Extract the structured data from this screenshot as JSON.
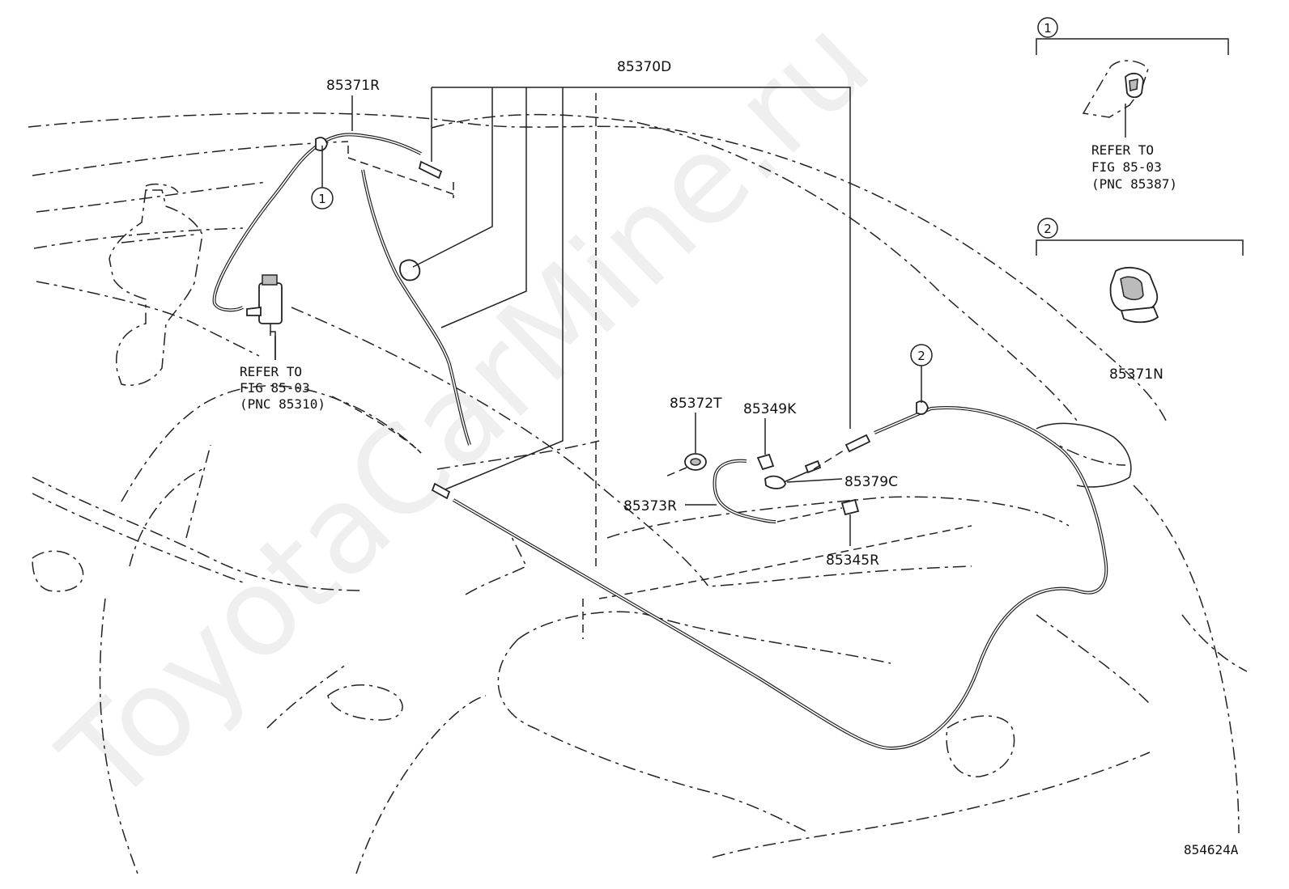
{
  "watermark": "ToyotaCarMine.ru",
  "figure_id": "854624A",
  "labels": {
    "p85371R": "85371R",
    "p85370D": "85370D",
    "p85372T": "85372T",
    "p85349K": "85349K",
    "p85379C": "85379C",
    "p85373R": "85373R",
    "p85345R": "85345R",
    "p85371N": "85371N"
  },
  "callouts": {
    "c1": "1",
    "c2": "2"
  },
  "references": {
    "pump": {
      "line1": "REFER TO",
      "line2": "FIG 85-03",
      "line3": "(PNC 85310)"
    },
    "nozzle": {
      "line1": "REFER TO",
      "line2": "FIG 85-03",
      "line3": "(PNC 85387)"
    }
  },
  "inset1": {
    "marker": "1"
  },
  "inset2": {
    "marker": "2"
  }
}
